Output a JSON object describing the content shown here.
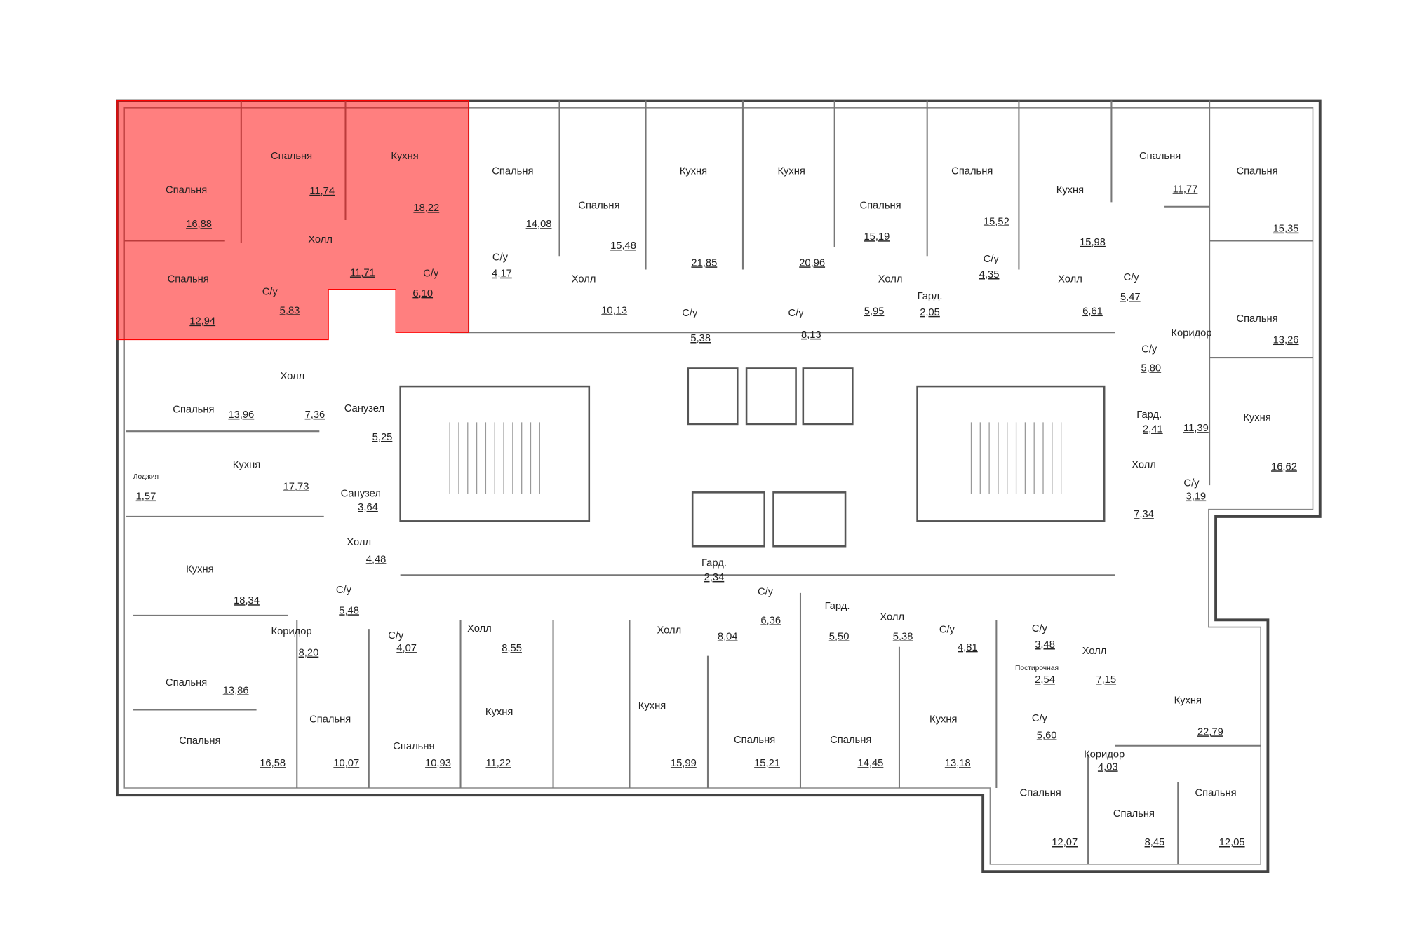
{
  "plan": {
    "highlight_color": "#ff0000",
    "highlight_opacity": 0.5,
    "rooms": [
      {
        "name": "Спальня",
        "area": "16,88"
      },
      {
        "name": "Спальня",
        "area": "11,74"
      },
      {
        "name": "Кухня",
        "area": "18,22"
      },
      {
        "name": "Холл",
        "area": "11,71"
      },
      {
        "name": "Спальня",
        "area": "12,94"
      },
      {
        "name": "С/у",
        "area": "5,83"
      },
      {
        "name": "С/у",
        "area": "6,10"
      },
      {
        "name": "Спальня",
        "area": "14,08"
      },
      {
        "name": "С/у",
        "area": "4,17"
      },
      {
        "name": "Спальня",
        "area": "15,48"
      },
      {
        "name": "Холл",
        "area": "10,13"
      },
      {
        "name": "Кухня",
        "area": "21,85"
      },
      {
        "name": "С/у",
        "area": "5,38"
      },
      {
        "name": "Кухня",
        "area": "20,96"
      },
      {
        "name": "С/у",
        "area": "8,13"
      },
      {
        "name": "Спальня",
        "area": "15,19"
      },
      {
        "name": "Холл",
        "area": "5,95"
      },
      {
        "name": "Гард.",
        "area": "2,05"
      },
      {
        "name": "Спальня",
        "area": "15,52"
      },
      {
        "name": "С/у",
        "area": "4,35"
      },
      {
        "name": "Кухня",
        "area": "15,98"
      },
      {
        "name": "Холл",
        "area": "6,61"
      },
      {
        "name": "Спальня",
        "area": "11,77"
      },
      {
        "name": "С/у",
        "area": "5,47"
      },
      {
        "name": "Спальня",
        "area": "15,35"
      },
      {
        "name": "Спальня",
        "area": "13,26"
      },
      {
        "name": "Коридор",
        "area": "11,39"
      },
      {
        "name": "С/у",
        "area": "5,80"
      },
      {
        "name": "Гард.",
        "area": "2,41"
      },
      {
        "name": "Кухня",
        "area": "16,62"
      },
      {
        "name": "Холл",
        "area": "7,34"
      },
      {
        "name": "С/у",
        "area": "3,19"
      },
      {
        "name": "Холл",
        "area": "7,36"
      },
      {
        "name": "Спальня",
        "area": "13,96"
      },
      {
        "name": "Санузел",
        "area": "5,25"
      },
      {
        "name": "Лоджия",
        "area": "1,57"
      },
      {
        "name": "Кухня",
        "area": "17,73"
      },
      {
        "name": "Санузел",
        "area": "3,64"
      },
      {
        "name": "Кухня",
        "area": "18,34"
      },
      {
        "name": "Холл",
        "area": "4,48"
      },
      {
        "name": "С/у",
        "area": "5,48"
      },
      {
        "name": "Коридор",
        "area": "8,20"
      },
      {
        "name": "Спальня",
        "area": "13,86"
      },
      {
        "name": "С/у",
        "area": "4,07"
      },
      {
        "name": "Холл",
        "area": "8,55"
      },
      {
        "name": "Спальня",
        "area": "16,58"
      },
      {
        "name": "Спальня",
        "area": "10,07"
      },
      {
        "name": "Спальня",
        "area": "10,93"
      },
      {
        "name": "Кухня",
        "area": "11,22"
      },
      {
        "name": "Кухня",
        "area": "15,99"
      },
      {
        "name": "Холл",
        "area": "8,04"
      },
      {
        "name": "Гард.",
        "area": "2,34"
      },
      {
        "name": "С/у",
        "area": "6,36"
      },
      {
        "name": "Гард.",
        "area": "5,50"
      },
      {
        "name": "Спальня",
        "area": "15,21"
      },
      {
        "name": "Спальня",
        "area": "14,45"
      },
      {
        "name": "Холл",
        "area": "5,38"
      },
      {
        "name": "С/у",
        "area": "4,81"
      },
      {
        "name": "Кухня",
        "area": "13,18"
      },
      {
        "name": "С/у",
        "area": "3,48"
      },
      {
        "name": "Постирочная",
        "area": "2,54"
      },
      {
        "name": "Холл",
        "area": "7,15"
      },
      {
        "name": "С/у",
        "area": "5,60"
      },
      {
        "name": "Кухня",
        "area": "22,79"
      },
      {
        "name": "Коридор",
        "area": "4,03"
      },
      {
        "name": "Спальня",
        "area": "12,07"
      },
      {
        "name": "Спальня",
        "area": "8,45"
      },
      {
        "name": "Спальня",
        "area": "12,05"
      }
    ]
  }
}
